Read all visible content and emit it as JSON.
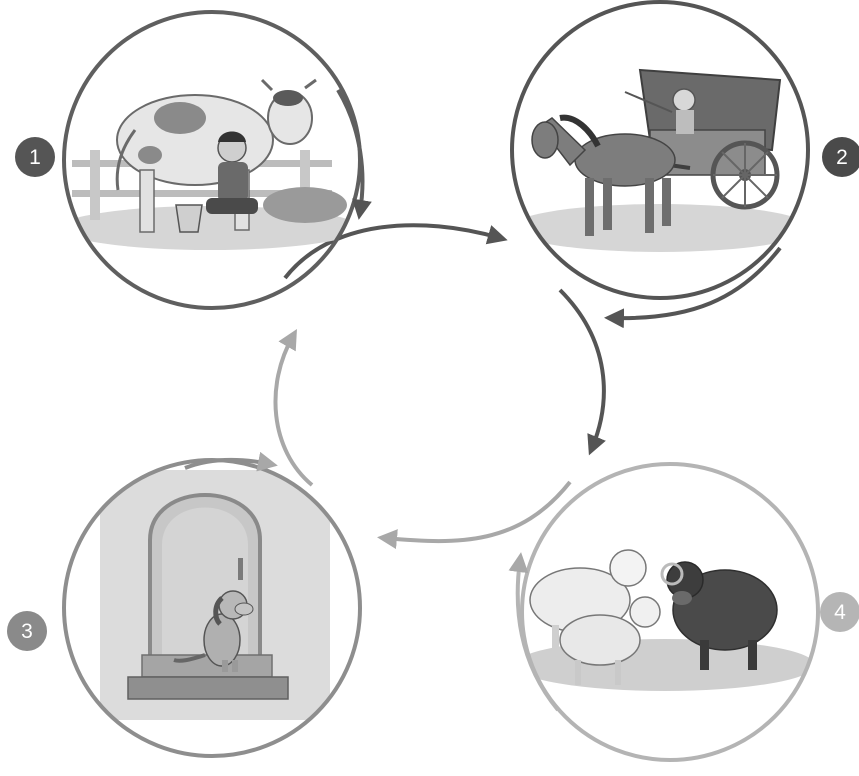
{
  "diagram": {
    "steps": [
      {
        "number": "1",
        "subject": "cow-milking",
        "badge_color": "#555555",
        "ring_color": "#5f5f5f"
      },
      {
        "number": "2",
        "subject": "horse-cart",
        "badge_color": "#4a4a4a",
        "ring_color": "#555555"
      },
      {
        "number": "3",
        "subject": "dog-at-door",
        "badge_color": "#8a8a8a",
        "ring_color": "#8e8e8e"
      },
      {
        "number": "4",
        "subject": "sheep-flock",
        "badge_color": "#b5b5b5",
        "ring_color": "#b4b4b4"
      }
    ],
    "colors": {
      "dark_arrow": "#555555",
      "light_arrow": "#a8a8a8",
      "background": "#ffffff"
    }
  }
}
